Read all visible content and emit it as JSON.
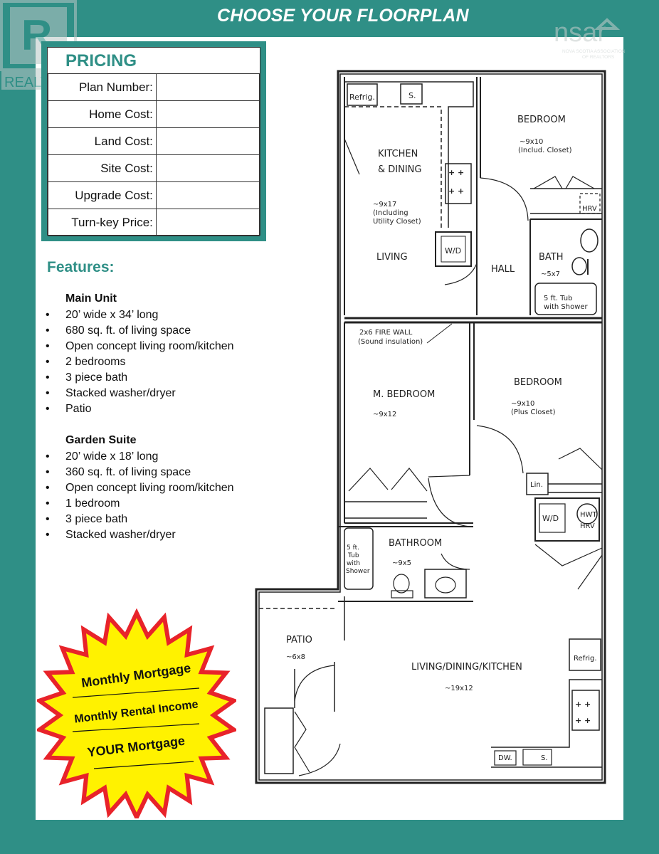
{
  "header": {
    "title": "CHOOSE YOUR FLOORPLAN"
  },
  "logos": {
    "realtor": "REALTOR",
    "nsar": "nsar",
    "nsar_sub": "NOVA SCOTIA ASSOCIATION OF REALTORS"
  },
  "pricing": {
    "title": "PRICING",
    "rows": [
      {
        "label": "Plan Number:",
        "value": ""
      },
      {
        "label": "Home Cost:",
        "value": ""
      },
      {
        "label": "Land Cost:",
        "value": ""
      },
      {
        "label": "Site Cost:",
        "value": ""
      },
      {
        "label": "Upgrade Cost:",
        "value": ""
      },
      {
        "label": "Turn-key Price:",
        "value": ""
      }
    ]
  },
  "features": {
    "title": "Features:",
    "main_unit": {
      "heading": "Main Unit",
      "items": [
        "20’ wide x 34’ long",
        "680 sq. ft. of living space",
        "Open concept living room/kitchen",
        "2 bedrooms",
        "3 piece bath",
        "Stacked washer/dryer",
        "Patio"
      ]
    },
    "garden_suite": {
      "heading": "Garden Suite",
      "items": [
        "20’ wide x 18’ long",
        "360 sq. ft. of living space",
        "Open concept living room/kitchen",
        "1 bedroom",
        "3 piece bath",
        "Stacked washer/dryer"
      ]
    }
  },
  "floorplan": {
    "refrig_top": "Refrig.",
    "sink_top": "S.",
    "kitchen": "KITCHEN",
    "dining": "& DINING",
    "kitchen_size": "~9x17",
    "kitchen_note1": "(Including",
    "kitchen_note2": "Utility Closet)",
    "living": "LIVING",
    "wd_top": "W/D",
    "hall": "HALL",
    "bedroom1": "BEDROOM",
    "bedroom1_size": "~9x10",
    "bedroom1_note": "(Includ. Closet)",
    "hrv_top": "HRV",
    "bath": "BATH",
    "bath_size": "~5x7",
    "tub_top1": "5 ft. Tub",
    "tub_top2": "with Shower",
    "firewall1": "2x6 FIRE WALL",
    "firewall2": "(Sound insulation)",
    "mbedroom": "M. BEDROOM",
    "mbedroom_size": "~9x12",
    "bedroom2": "BEDROOM",
    "bedroom2_size": "~9x10",
    "bedroom2_note": "(Plus Closet)",
    "lin": "Lin.",
    "wd_bottom": "W/D",
    "hwt": "HWT",
    "hrv_bottom": "HRV",
    "tub_b1": "5 ft.",
    "tub_b2": "Tub",
    "tub_b3": "with",
    "tub_b4": "Shower",
    "bathroom": "BATHROOM",
    "bathroom_size": "~9x5",
    "patio": "PATIO",
    "patio_size": "~6x8",
    "ldk": "LIVING/DINING/KITCHEN",
    "ldk_size": "~19x12",
    "refrig_bottom": "Refrig.",
    "dw": "DW.",
    "sink_bottom": "S."
  },
  "starburst": {
    "line1": "Monthly Mortgage",
    "line2": "Monthly Rental Income",
    "line3_bold": "YOUR",
    "line3_rest": " Mortgage",
    "fill": "#fff200",
    "outline": "#e8232a"
  }
}
